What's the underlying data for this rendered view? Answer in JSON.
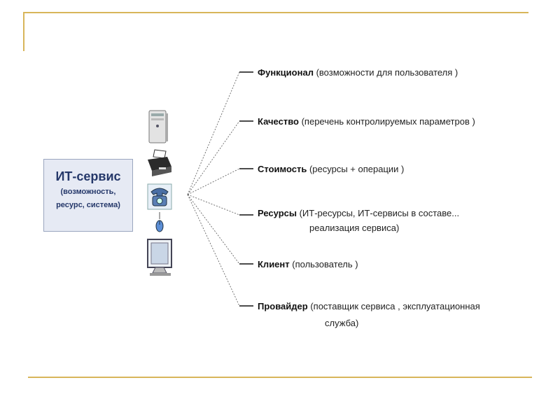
{
  "it_service": {
    "title": "ИТ-сервис",
    "subtitle_line1": "(возможность,",
    "subtitle_line2": "ресурс, система)"
  },
  "items": [
    {
      "term": "Функционал",
      "desc": "(возможности для пользователя )"
    },
    {
      "term": "Качество",
      "desc": "(перечень контролируемых параметров  )"
    },
    {
      "term": "Стоимость",
      "desc": "(ресурсы + операции )"
    },
    {
      "term": "Ресурсы",
      "desc": "(ИТ-ресурсы, ИТ-сервисы в составе...",
      "cont": "реализация сервиса)"
    },
    {
      "term": "Клиент",
      "desc": "(пользователь )"
    },
    {
      "term": "Провайдер",
      "desc": "(поставщик сервиса , эксплуатационная",
      "cont": "служба)"
    }
  ],
  "icons": [
    "server-icon",
    "printer-icon",
    "telephone-icon",
    "mouse-icon",
    "monitor-icon"
  ],
  "colors": {
    "frame": "#d8b65a",
    "box_fill": "#e6eaf4",
    "box_text": "#25386a"
  }
}
